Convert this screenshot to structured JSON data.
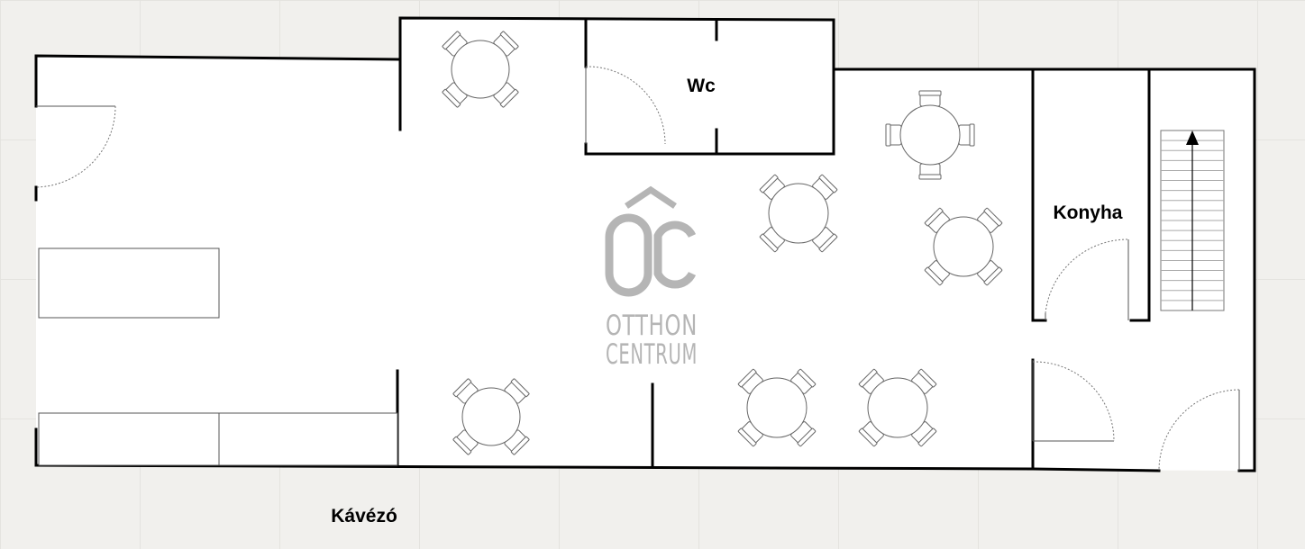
{
  "rooms": {
    "wc": "Wc",
    "konyha": "Konyha",
    "kavezo": "Kávézó"
  },
  "logo": {
    "mark": "OC",
    "line1": "OTTHON",
    "line2": "CENTRUM"
  },
  "colors": {
    "wall": "#000000",
    "floor": "#ffffff",
    "background": "#f1f0ed",
    "logo": "#b5b5b5"
  }
}
